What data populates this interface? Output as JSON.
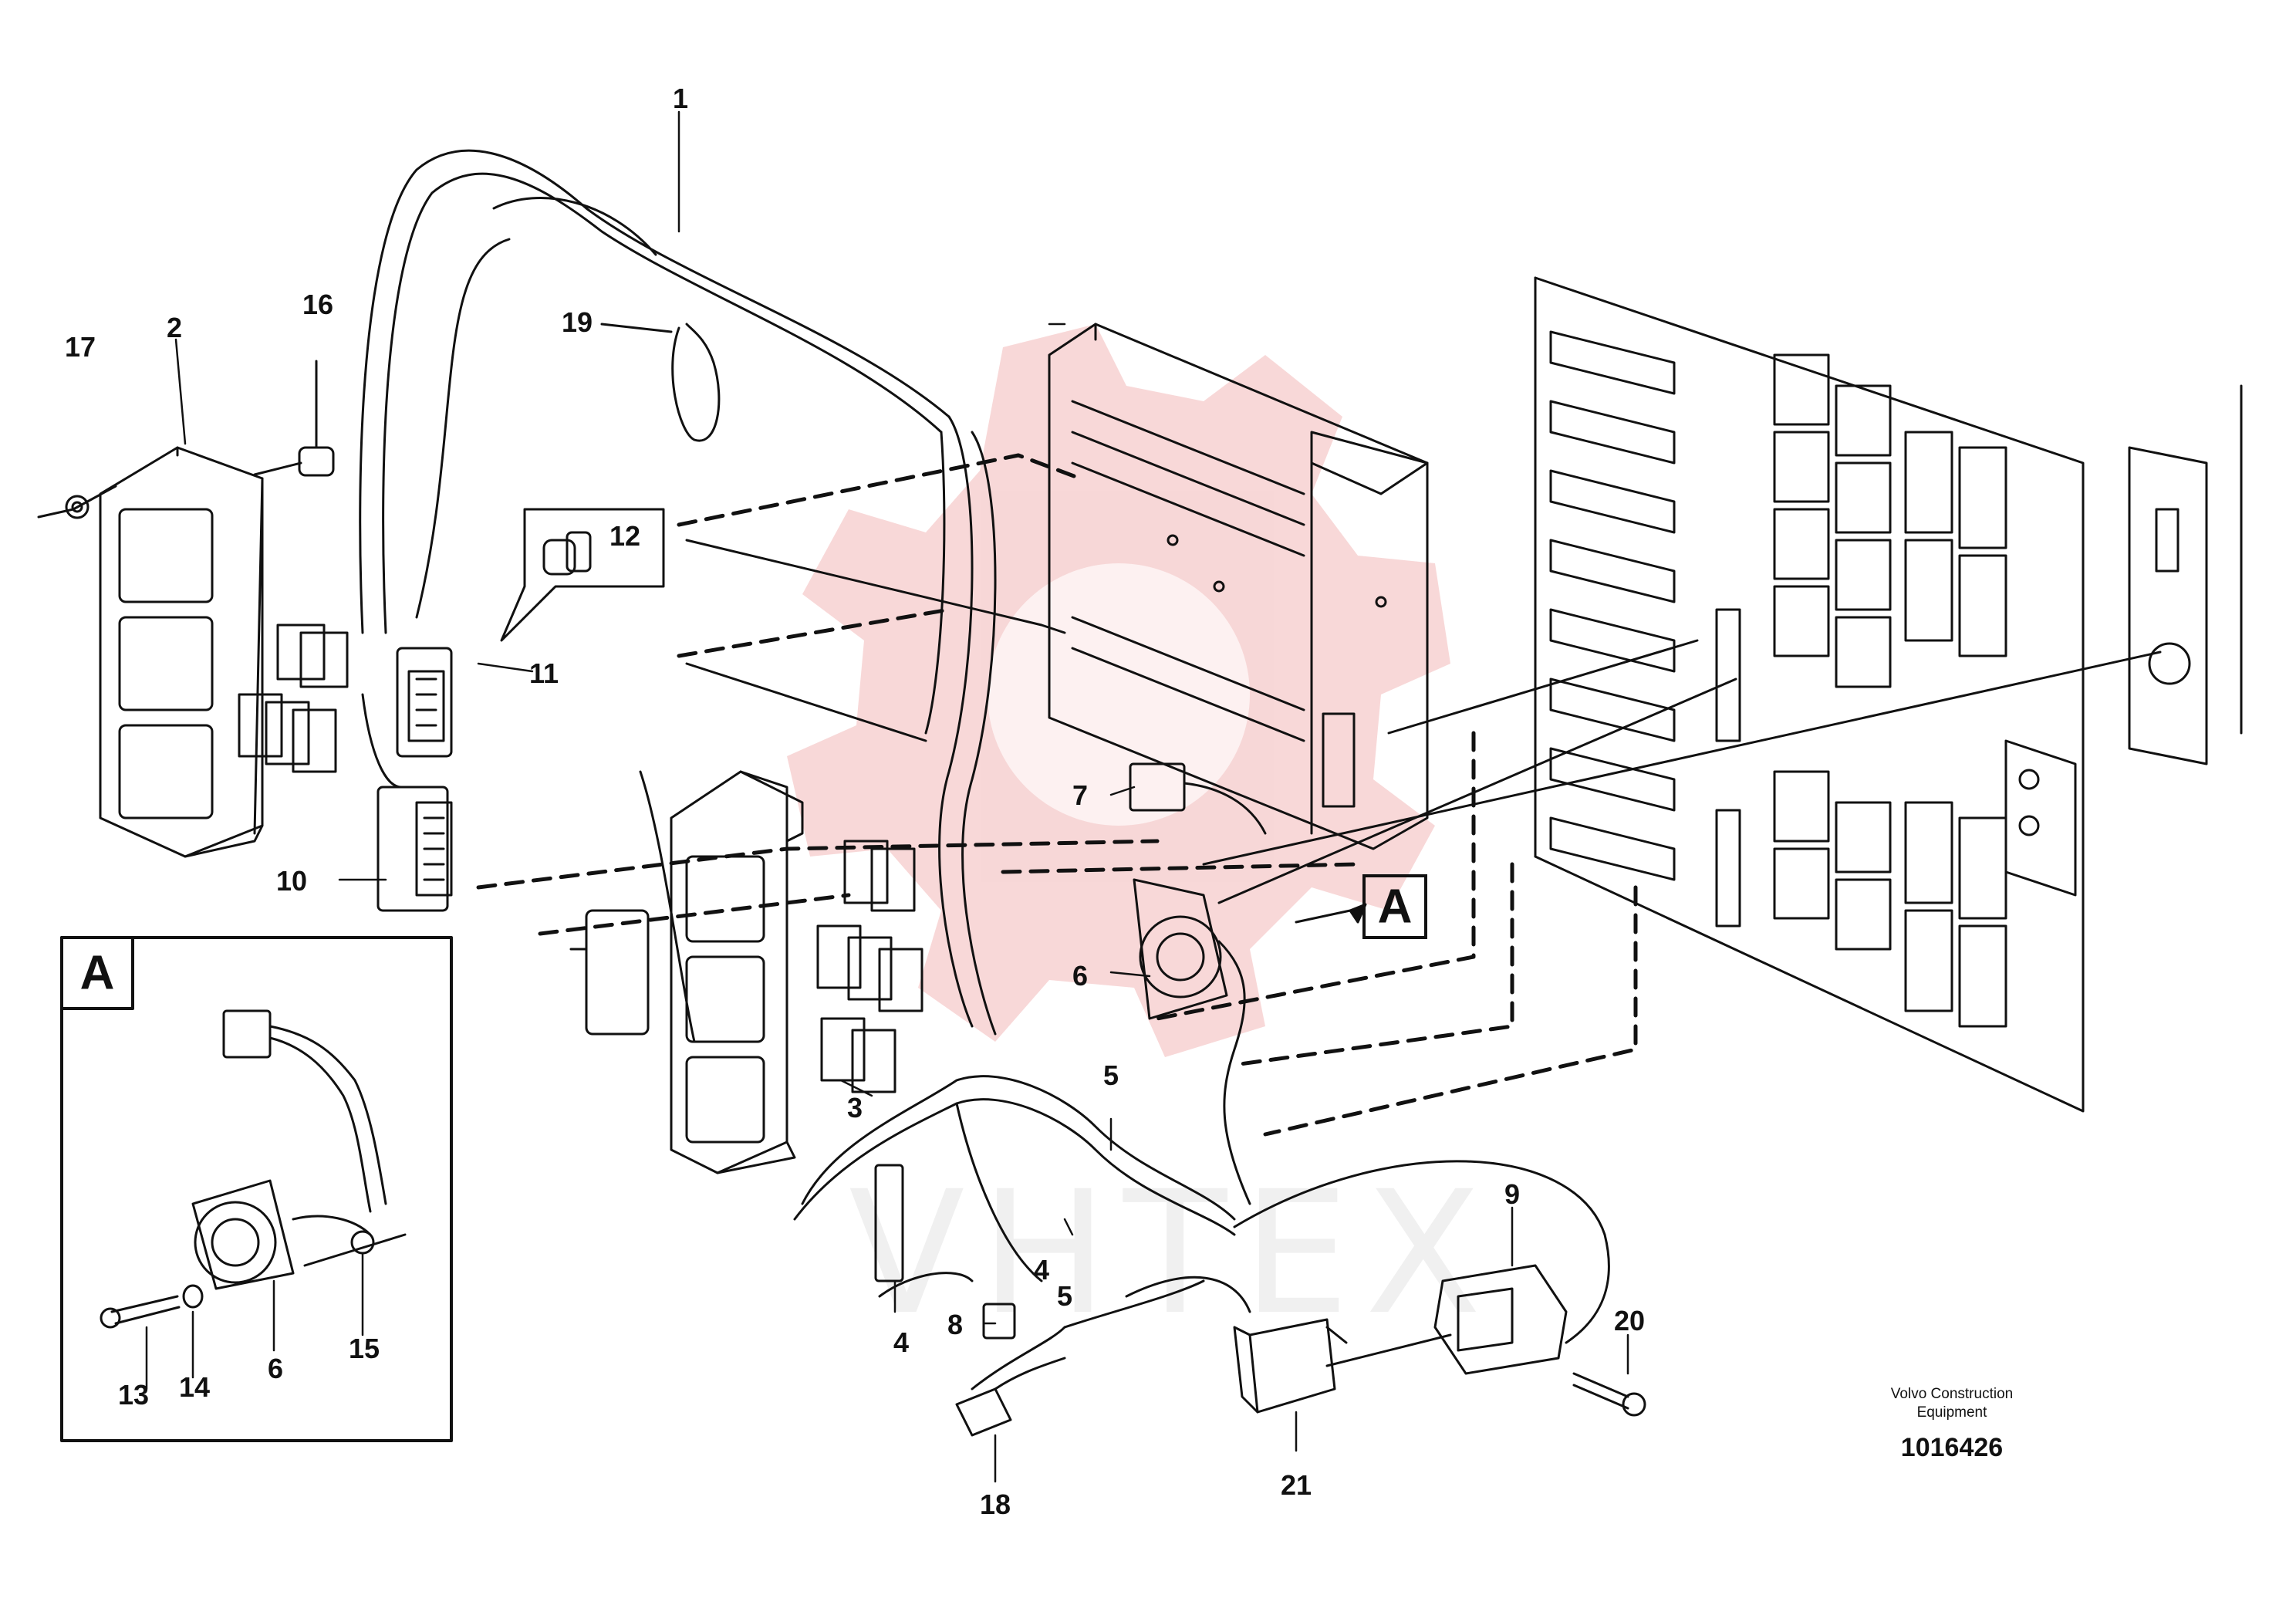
{
  "diagram": {
    "callouts": [
      {
        "id": "1",
        "label": "1"
      },
      {
        "id": "2",
        "label": "2"
      },
      {
        "id": "3",
        "label": "3"
      },
      {
        "id": "4a",
        "label": "4"
      },
      {
        "id": "4b",
        "label": "4"
      },
      {
        "id": "5a",
        "label": "5"
      },
      {
        "id": "5b",
        "label": "5"
      },
      {
        "id": "6a",
        "label": "6"
      },
      {
        "id": "6b",
        "label": "6"
      },
      {
        "id": "7",
        "label": "7"
      },
      {
        "id": "8",
        "label": "8"
      },
      {
        "id": "9",
        "label": "9"
      },
      {
        "id": "10",
        "label": "10"
      },
      {
        "id": "11",
        "label": "11"
      },
      {
        "id": "12",
        "label": "12"
      },
      {
        "id": "13",
        "label": "13"
      },
      {
        "id": "14",
        "label": "14"
      },
      {
        "id": "15",
        "label": "15"
      },
      {
        "id": "16",
        "label": "16"
      },
      {
        "id": "17",
        "label": "17"
      },
      {
        "id": "18",
        "label": "18"
      },
      {
        "id": "19",
        "label": "19"
      },
      {
        "id": "20",
        "label": "20"
      },
      {
        "id": "21",
        "label": "21"
      }
    ],
    "detail_letter": "A",
    "view_marker": "A"
  },
  "caption": {
    "line1": "Volvo Construction",
    "line2": "Equipment",
    "number": "1016426"
  },
  "watermark_text": "VHTEX",
  "colors": {
    "ink": "#111111",
    "watermark_red": "#f2b8b8",
    "watermark_grey": "#e2e2e2"
  }
}
